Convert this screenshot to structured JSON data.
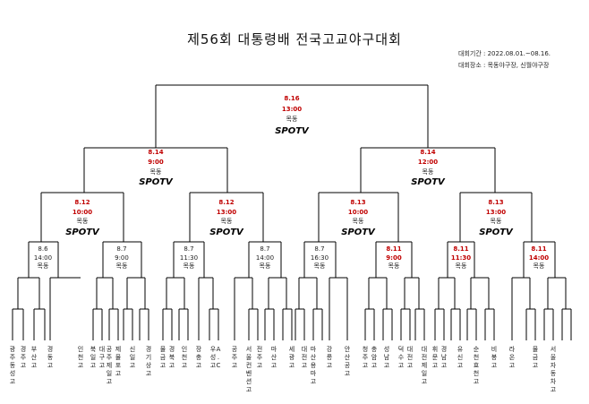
{
  "title": "제56회 대통령배 전국고교야구대회",
  "period": "대회기간 : 2022.08.01.~08.16.",
  "venue": "대회장소 : 목동야구장, 신월야구장",
  "final": {
    "date": "8.16",
    "time": "13:00",
    "place": "목동",
    "brand": "SPOTV"
  },
  "semis": [
    {
      "date": "8.14",
      "time": "9:00",
      "place": "목동",
      "brand": "SPOTV"
    },
    {
      "date": "8.14",
      "time": "12:00",
      "place": "목동",
      "brand": "SPOTV"
    }
  ],
  "quarters": [
    {
      "date": "8.12",
      "time": "10:00",
      "place": "목동",
      "brand": "SPOTV"
    },
    {
      "date": "8.12",
      "time": "13:00",
      "place": "목동",
      "brand": "SPOTV"
    },
    {
      "date": "8.13",
      "time": "10:00",
      "place": "목동",
      "brand": "SPOTV"
    },
    {
      "date": "8.13",
      "time": "13:00",
      "place": "목동",
      "brand": "SPOTV"
    }
  ],
  "round16": [
    {
      "date": "8.6",
      "time": "14:00",
      "place": "목동",
      "red": false,
      "sp": true
    },
    {
      "date": "8.7",
      "time": "9:00",
      "place": "목동",
      "red": false,
      "sp": true
    },
    {
      "date": "8.7",
      "time": "11:30",
      "place": "목동",
      "red": false,
      "sp": true
    },
    {
      "date": "8.7",
      "time": "14:00",
      "place": "목동",
      "red": false,
      "sp": true
    },
    {
      "date": "8.7",
      "time": "16:30",
      "place": "목동",
      "red": false,
      "sp": true
    },
    {
      "date": "8.11",
      "time": "9:00",
      "place": "목동",
      "red": true,
      "sp": true
    },
    {
      "date": "8.11",
      "time": "11:30",
      "place": "목동",
      "red": true,
      "sp": true
    },
    {
      "date": "8.11",
      "time": "14:00",
      "place": "목동",
      "red": true,
      "sp": true
    }
  ],
  "teams": [
    "광주동성고",
    "경주고",
    "부산고",
    "경동고",
    "인천고",
    "북일고",
    "대구고",
    "공주제일고",
    "제물포고",
    "신일고",
    "경기상고",
    "물금고",
    "경북고",
    "인천고",
    "장충고",
    "우성고",
    "A.C",
    "공주고",
    "서울컨벤션고",
    "전주고",
    "마산고",
    "세광고",
    "대전고",
    "마산용마고",
    "강릉고",
    "안산공고",
    "청주고",
    "충암고",
    "성남고",
    "덕수고",
    "대전고",
    "대전제일고",
    "휘문고",
    "경남고",
    "유신고",
    "순천효천고",
    "비봉고",
    "라온고",
    "물금고",
    "서울자동차고"
  ]
}
